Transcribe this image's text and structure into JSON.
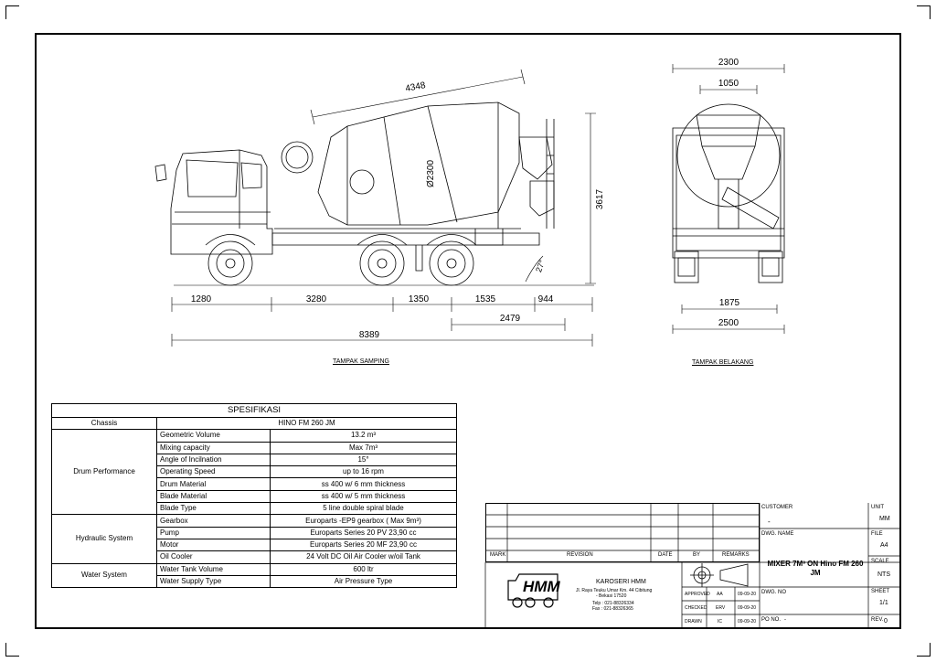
{
  "views": {
    "side_label": "TAMPAK SAMPING",
    "rear_label": "TAMPAK BELAKANG"
  },
  "side_dims": {
    "drum_length": "4348",
    "drum_diameter": "Ø2300",
    "height": "3617",
    "angle": "27°",
    "seg1": "1280",
    "seg2": "3280",
    "seg3": "1350",
    "seg4": "1535",
    "seg5": "944",
    "rear_span": "2479",
    "overall": "8389"
  },
  "rear_dims": {
    "width_top": "2300",
    "width_hopper": "1050",
    "track": "1875",
    "width_overall": "2500"
  },
  "spec": {
    "title": "SPESIFIKASI",
    "chassis_label": "Chassis",
    "chassis_value": "HINO FM 260 JM",
    "groups": [
      {
        "name": "Drum Performance",
        "rows": [
          {
            "item": "Geometric Volume",
            "value": "13.2 m³"
          },
          {
            "item": "Mixing capacity",
            "value": "Max 7m³"
          },
          {
            "item": "Angle of Incilnation",
            "value": "15°"
          },
          {
            "item": "Operating Speed",
            "value": "up to 16 rpm"
          },
          {
            "item": "Drum Material",
            "value": "ss 400 w/ 6 mm thickness"
          },
          {
            "item": "Blade Material",
            "value": "ss 400 w/ 5 mm thickness"
          },
          {
            "item": "Blade Type",
            "value": "5 line double spiral blade"
          }
        ]
      },
      {
        "name": "Hydraulic System",
        "rows": [
          {
            "item": "Gearbox",
            "value": "Europarts -EP9 gearbox   ( Max 9m³)"
          },
          {
            "item": "Pump",
            "value": "Europarts Series 20 PV 23,90 cc"
          },
          {
            "item": "Motor",
            "value": "Europarts Series 20 MF 23,90 cc"
          },
          {
            "item": "Oil Cooler",
            "value": "24 Volt DC Oil Air Cooler w/oil Tank"
          }
        ]
      },
      {
        "name": "Water System",
        "rows": [
          {
            "item": "Water Tank Volume",
            "value": "600 ltr"
          },
          {
            "item": "Water Supply Type",
            "value": "Air Pressure Type"
          }
        ]
      }
    ]
  },
  "title_block": {
    "rev_headers": {
      "mark": "MARK",
      "revision": "REVISION",
      "date": "DATE",
      "by": "BY",
      "remarks": "REMARKS"
    },
    "customer_label": "CUSTOMER",
    "customer_value": "-",
    "unit_label": "UNIT",
    "unit_value": "MM",
    "dwg_name_label": "DWG. NAME",
    "dwg_name_value": "MIXER 7M³ ON Hino FM 260 JM",
    "file_label": "FILE",
    "file_value": "A4",
    "scale_label": "SCALE",
    "scale_value": "NTS",
    "dwg_no_label": "DWG. NO",
    "sheet_label": "SHEET",
    "sheet_value": "1/1",
    "po_label": "PO NO.",
    "po_value": "-",
    "rev_label": "REV.",
    "rev_value": "0",
    "company_logo": "HMM",
    "company_name": "KAROSERI HMM",
    "address1": "Jl. Raya Teuku Umar Km. 44 Cibitung",
    "address2": "- Bekasi 17520",
    "telp": "Telp : 021-88326334",
    "fax": "Fax : 021-88326365",
    "approved_label": "APPROVED",
    "approved_by": "AA",
    "approved_date": "09-09-20",
    "checked_label": "CHECKED",
    "checked_by": "ERV",
    "checked_date": "09-09-20",
    "drawn_label": "DRAWN",
    "drawn_by": "IC",
    "drawn_date": "09-09-20"
  }
}
